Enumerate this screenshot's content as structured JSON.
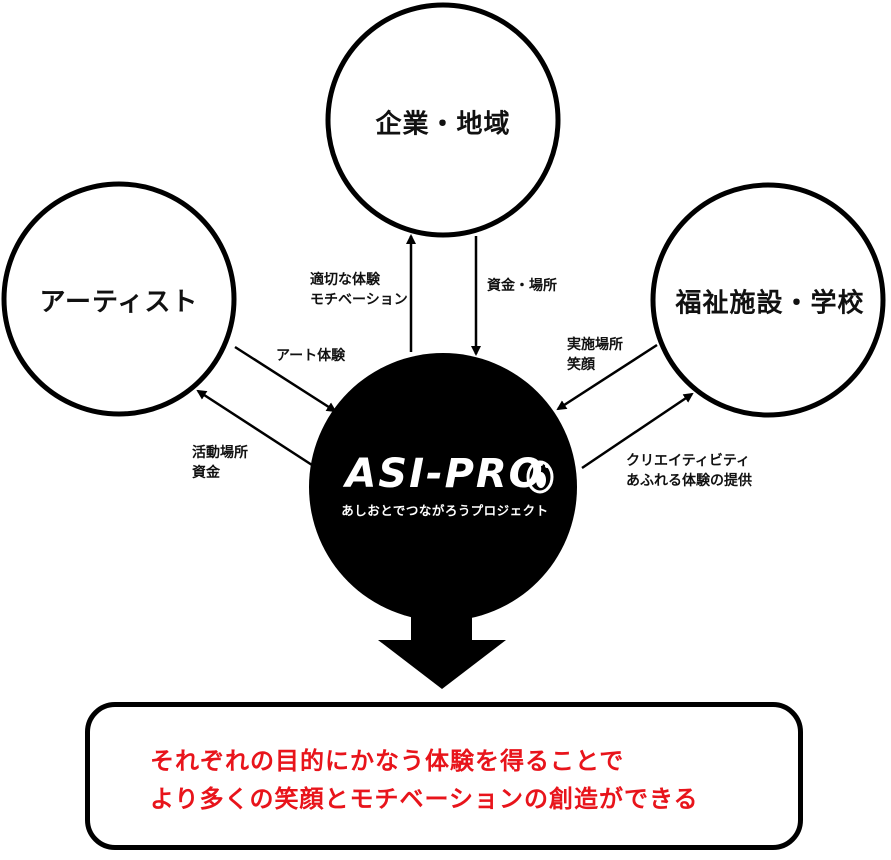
{
  "nodes": {
    "artist": "アーティスト",
    "business": "企業・地域",
    "welfare": "福祉施設・学校"
  },
  "hub": {
    "title": "ASI-PRO",
    "subtitle": "あしおとでつながろうプロジェクト"
  },
  "edges": {
    "artist_to_hub": "アート体験",
    "hub_to_artist": [
      "活動場所",
      "資金"
    ],
    "hub_to_business": [
      "適切な体験",
      "モチベーション"
    ],
    "business_to_hub": "資金・場所",
    "welfare_to_hub": [
      "実施場所",
      "笑顔"
    ],
    "hub_to_welfare": [
      "クリエイティビティ",
      "あふれる体験の提供"
    ]
  },
  "outcome": {
    "line1": "それぞれの目的にかなう体験を得ることで",
    "line2": "より多くの笑顔とモチベーションの創造ができる"
  },
  "colors": {
    "hub_fill": "#000000",
    "outcome_text": "#e8141b"
  },
  "icons": [
    "footprint-icon",
    "down-arrow-icon"
  ]
}
